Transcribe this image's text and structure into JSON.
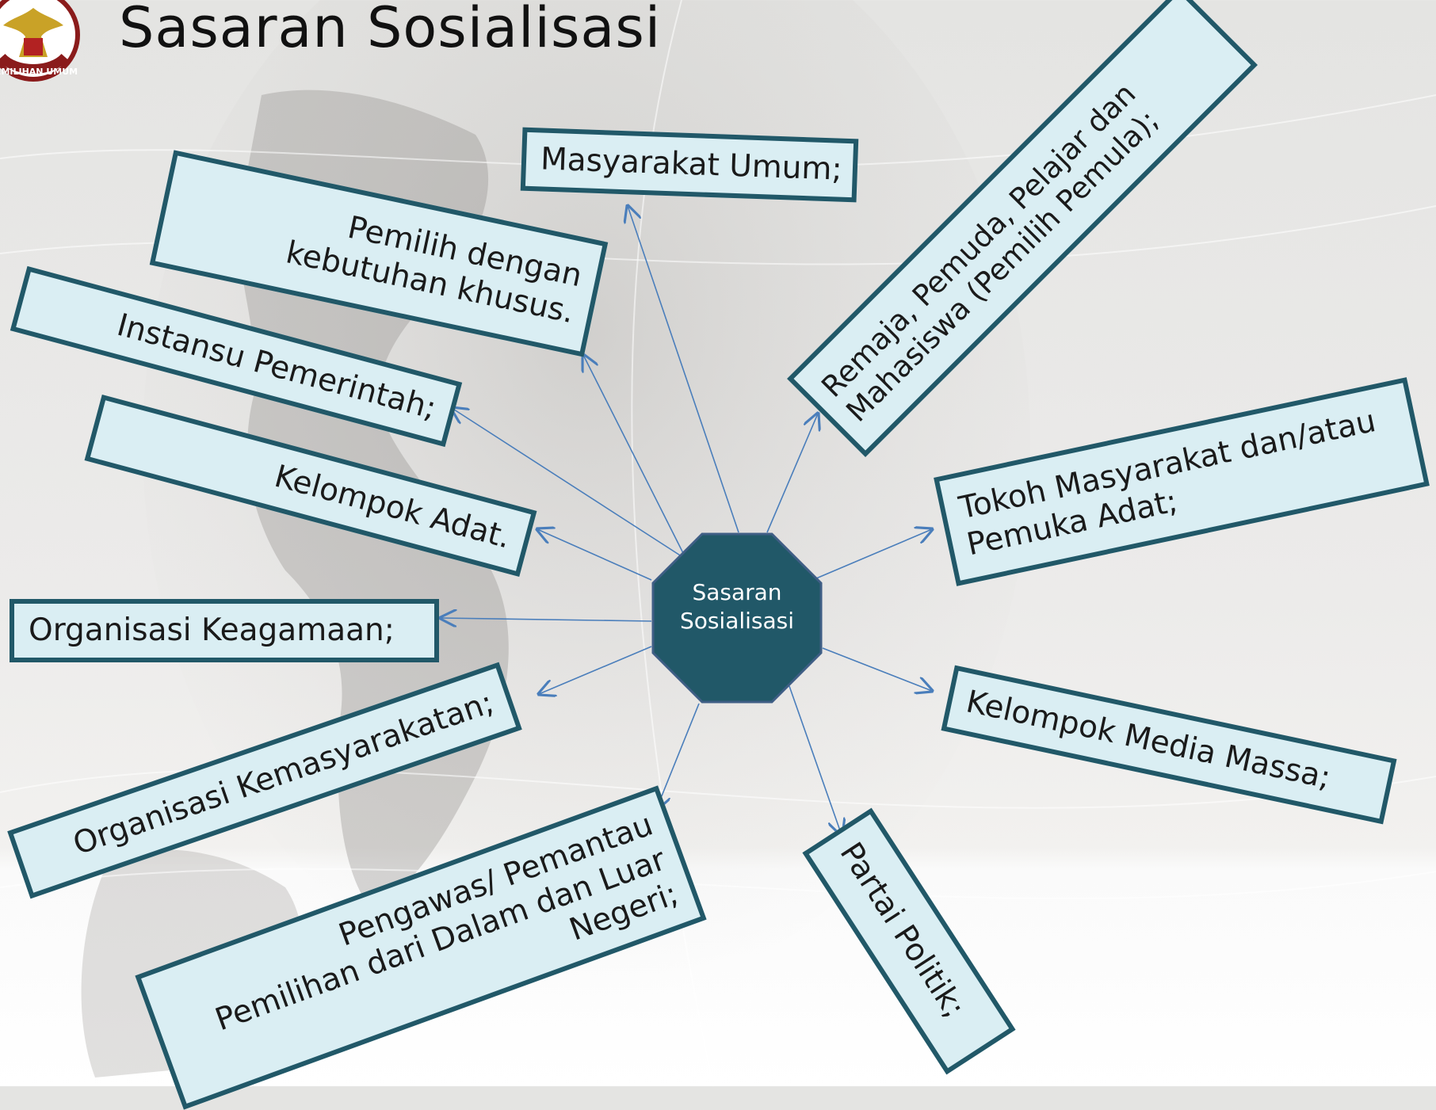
{
  "slide": {
    "title": "Sasaran Sosialisasi"
  },
  "diagram": {
    "hub": {
      "line1": "Sasaran",
      "line2": "Sosialisasi"
    },
    "targets": {
      "masyarakat_umum": "Masyarakat Umum;",
      "pemilih_khusus": [
        "Pemilih dengan",
        "kebutuhan khusus."
      ],
      "instansi": "Instansu Pemerintah;",
      "kelompok_adat": "Kelompok Adat.",
      "organisasi_keagamaan": "Organisasi Keagamaan;",
      "organisasi_kemasyarakatan": "Organisasi Kemasyarakatan;",
      "pengawas": [
        "Pengawas/ Pemantau",
        "Pemilihan dari Dalam dan Luar",
        "Negeri;"
      ],
      "partai_politik": "Partai Politik;",
      "media_massa": "Kelompok Media Massa;",
      "tokoh_masyarakat": [
        "Tokoh Masyarakat dan/atau",
        "Pemuka Adat;"
      ],
      "remaja": [
        "Remaja, Pemuda, Pelajar dan",
        "Mahasiswa (Pemilih Pemula);"
      ]
    },
    "colors": {
      "box_fill": "#daeef3",
      "box_border": "#215868",
      "hub_fill": "#215868",
      "arrow": "#4a7ebb"
    }
  },
  "logo": {
    "text": "PEMILIHAN UMUM",
    "icon": "garuda-emblem-icon"
  }
}
